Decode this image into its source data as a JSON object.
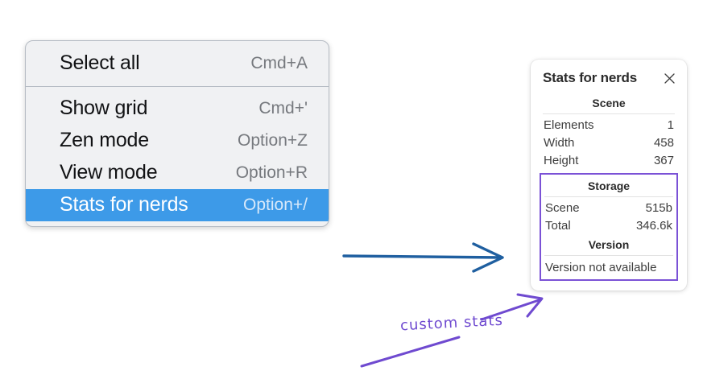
{
  "context_menu": {
    "sections": [
      {
        "items": [
          {
            "label": "Select all",
            "shortcut": "Cmd+A",
            "selected": false
          }
        ]
      },
      {
        "items": [
          {
            "label": "Show grid",
            "shortcut": "Cmd+'",
            "selected": false
          },
          {
            "label": "Zen mode",
            "shortcut": "Option+Z",
            "selected": false
          },
          {
            "label": "View mode",
            "shortcut": "Option+R",
            "selected": false
          },
          {
            "label": "Stats for nerds",
            "shortcut": "Option+/",
            "selected": true
          }
        ]
      }
    ],
    "selected_color": "#3d9ae8"
  },
  "stats_panel": {
    "title": "Stats for nerds",
    "close_icon": "close-icon",
    "groups": [
      {
        "title": "Scene",
        "highlighted": false,
        "rows": [
          {
            "key": "Elements",
            "value": "1"
          },
          {
            "key": "Width",
            "value": "458"
          },
          {
            "key": "Height",
            "value": "367"
          }
        ],
        "notes": []
      },
      {
        "title": "Storage",
        "highlighted": true,
        "rows": [
          {
            "key": "Scene",
            "value": "515b"
          },
          {
            "key": "Total",
            "value": "346.6k"
          }
        ],
        "notes": []
      },
      {
        "title": "Version",
        "highlighted": true,
        "rows": [],
        "notes": [
          "Version not available"
        ]
      }
    ],
    "highlight_color": "#7b52d6"
  },
  "annotations": {
    "handwritten_label": "custom stats",
    "handwritten_color": "#6f4ad0",
    "blue_arrow_color": "#1f5fa0",
    "blue_arrow_name": "blue-arrow-menu-to-panel",
    "purple_arrow_name": "purple-arrow-to-storage-box",
    "purple_underline_name": "purple-underline-stroke"
  }
}
